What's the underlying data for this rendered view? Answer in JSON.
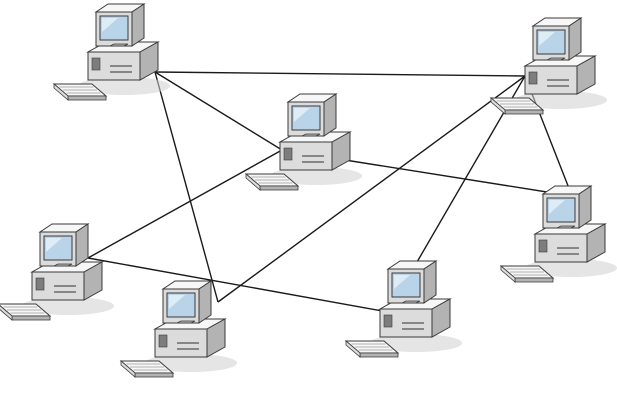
{
  "diagram": {
    "type": "mesh-network",
    "colors": {
      "background": "#ffffff",
      "link": "#1a1a1a",
      "case_light": "#f7f7f7",
      "case_mid": "#dcdcdc",
      "case_shade": "#b3b3b3",
      "outline": "#3a3a3a",
      "screen": "#b9d3e8",
      "screen_glow": "#e4f0f8",
      "shadow": "#d0d0d0"
    },
    "nodes": [
      {
        "id": "pc-top-left"
      },
      {
        "id": "pc-top-right"
      },
      {
        "id": "pc-center"
      },
      {
        "id": "pc-right"
      },
      {
        "id": "pc-left"
      },
      {
        "id": "pc-bottom-left"
      },
      {
        "id": "pc-bottom-center"
      }
    ],
    "links": [
      {
        "from": "pc-top-left",
        "to": "pc-top-right"
      },
      {
        "from": "pc-top-left",
        "to": "pc-center"
      },
      {
        "from": "pc-top-left",
        "to": "pc-bottom-left"
      },
      {
        "from": "pc-top-right",
        "to": "pc-bottom-left"
      },
      {
        "from": "pc-top-right",
        "to": "pc-bottom-center"
      },
      {
        "from": "pc-top-right",
        "to": "pc-right"
      },
      {
        "from": "pc-center",
        "to": "pc-left"
      },
      {
        "from": "pc-center",
        "to": "pc-right"
      },
      {
        "from": "pc-left",
        "to": "pc-bottom-center"
      }
    ]
  }
}
